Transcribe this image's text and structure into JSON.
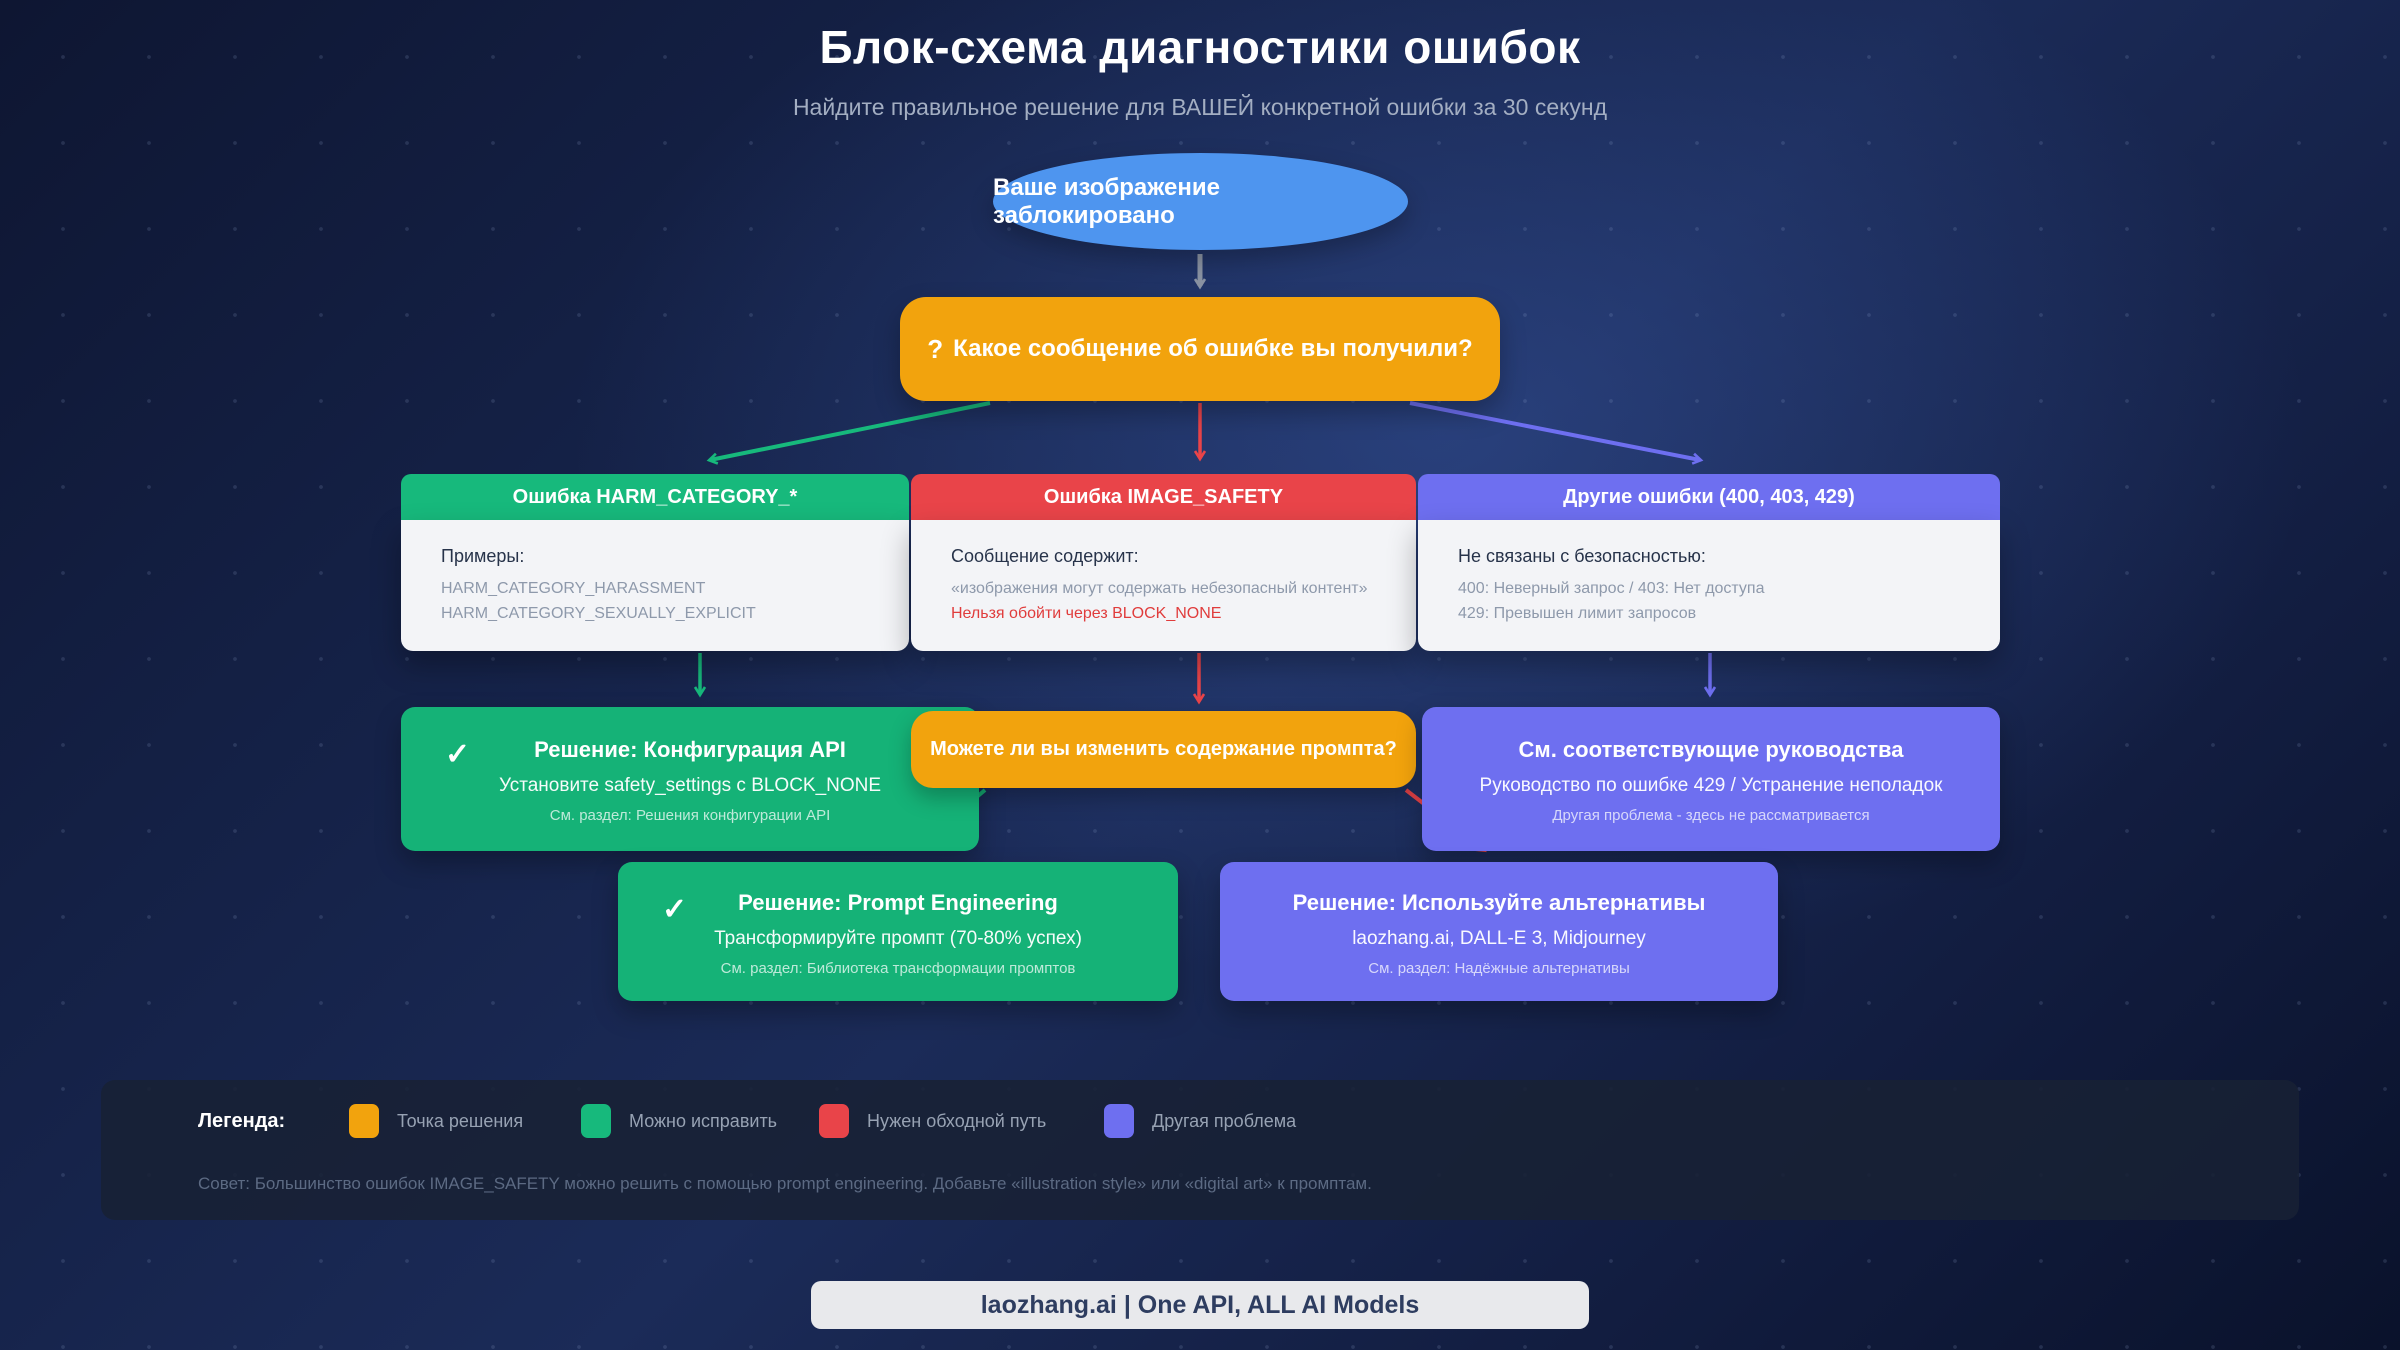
{
  "page": {
    "title": "Блок-схема диагностики ошибок",
    "subtitle": "Найдите правильное решение для ВАШЕЙ конкретной ошибки за 30 секунд"
  },
  "flow": {
    "start": {
      "label": "Ваше изображение заблокировано"
    },
    "decision1": {
      "icon": "?",
      "label": "Какое сообщение об ошибке вы получили?"
    },
    "branches": [
      {
        "header": "Ошибка HARM_CATEGORY_*",
        "intro": "Примеры:",
        "lines": [
          "HARM_CATEGORY_HARASSMENT",
          "HARM_CATEGORY_SEXUALLY_EXPLICIT"
        ]
      },
      {
        "header": "Ошибка IMAGE_SAFETY",
        "intro": "Сообщение содержит:",
        "lines": [
          "«изображения могут содержать небезопасный контент»"
        ],
        "warning": "Нельзя обойти через BLOCK_NONE"
      },
      {
        "header": "Другие ошибки (400, 403, 429)",
        "intro": "Не связаны с безопасностью:",
        "lines": [
          "400: Неверный запрос / 403: Нет доступа",
          "429: Превышен лимит запросов"
        ]
      }
    ],
    "solution_api": {
      "check": "✓",
      "title": "Решение: Конфигурация API",
      "detail": "Установите safety_settings с BLOCK_NONE",
      "ref": "См. раздел: Решения конфигурации API"
    },
    "decision2": {
      "label": "Можете ли вы изменить содержание промпта?"
    },
    "guides": {
      "title": "См. соответствующие руководства",
      "detail": "Руководство по ошибке 429 / Устранение неполадок",
      "ref": "Другая проблема - здесь не рассматривается"
    },
    "solution_prompt": {
      "check": "✓",
      "title": "Решение: Prompt Engineering",
      "detail": "Трансформируйте промпт (70-80% успех)",
      "ref": "См. раздел: Библиотека трансформации промптов"
    },
    "solution_alt": {
      "title": "Решение: Используйте альтернативы",
      "detail": "laozhang.ai, DALL-E 3, Midjourney",
      "ref": "См. раздел: Надёжные альтернативы"
    }
  },
  "legend": {
    "title": "Легенда:",
    "items": [
      {
        "label": "Точка решения",
        "color": "#F2A30D"
      },
      {
        "label": "Можно исправить",
        "color": "#17B97C"
      },
      {
        "label": "Нужен обходной путь",
        "color": "#E94449"
      },
      {
        "label": "Другая проблема",
        "color": "#6E6FF0"
      }
    ],
    "tip": "Совет: Большинство ошибок IMAGE_SAFETY можно решить с помощью prompt engineering. Добавьте «illustration style» или «digital art» к промптам."
  },
  "footer": {
    "label": "laozhang.ai | One API, ALL AI Models"
  },
  "colors": {
    "accent_orange": "#F2A30D",
    "accent_green": "#17B97C",
    "accent_red": "#E94449",
    "accent_purple": "#6E6FF0",
    "start_blue": "#4E95EF",
    "background_navy": "#152248"
  }
}
